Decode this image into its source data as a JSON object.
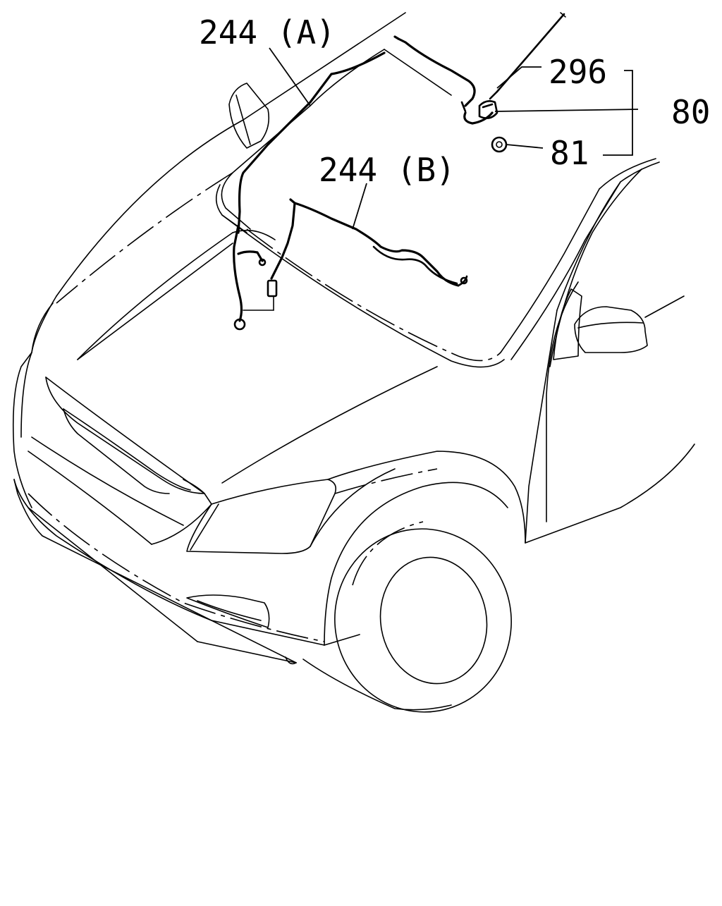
{
  "callouts": {
    "harness_a": "244 (A)",
    "harness_b": "244 (B)",
    "antenna_rod": "296",
    "antenna_assembly": "80",
    "nut": "81"
  }
}
